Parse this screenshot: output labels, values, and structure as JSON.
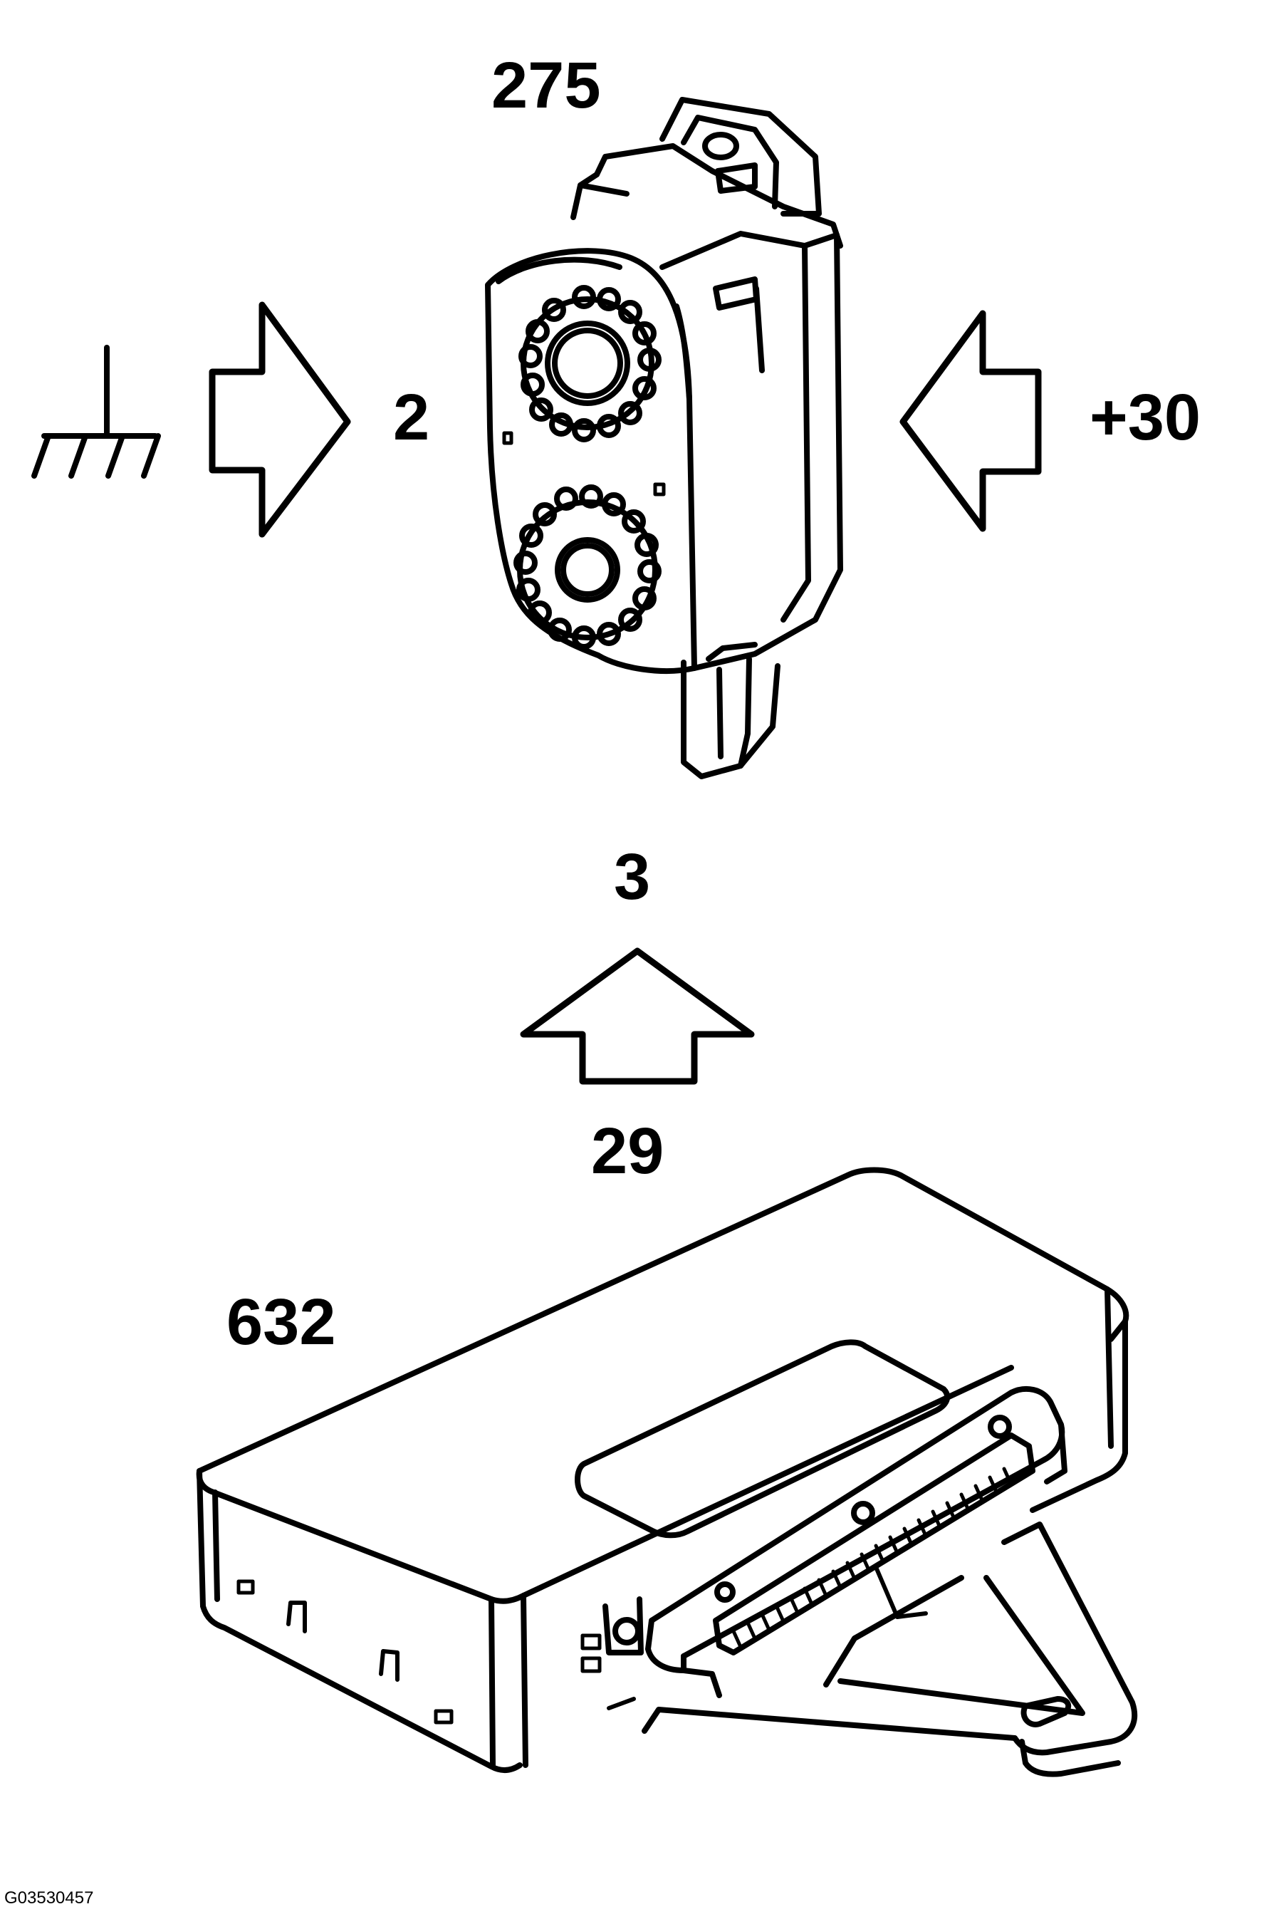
{
  "labels": {
    "component_relay": "275",
    "component_module": "632",
    "pin_ground": "2",
    "pin_supply": "+30",
    "pin_signal_in": "3",
    "pin_signal_out": "29"
  },
  "figure_id": "G03530457",
  "icons": {
    "ground": "ground-icon",
    "arrow_ground": "arrow-right-icon",
    "arrow_supply": "arrow-left-icon",
    "arrow_signal": "arrow-up-icon"
  },
  "colors": {
    "line": "#000000",
    "background": "#ffffff"
  }
}
